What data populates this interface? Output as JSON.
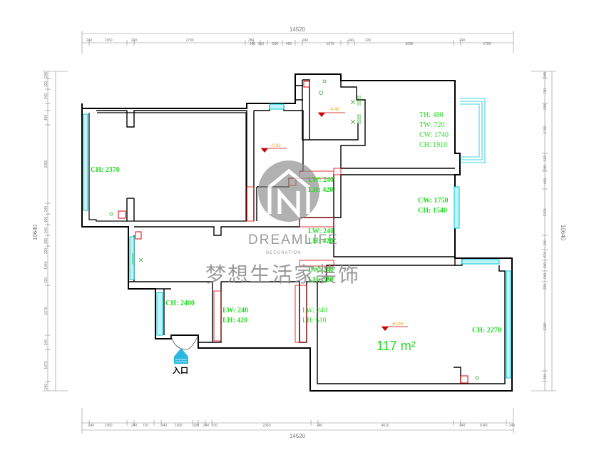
{
  "dimensions": {
    "overall_width": "14520",
    "overall_height": "10640",
    "top_segments": [
      "240",
      "1360",
      "240",
      "2700",
      "280",
      "240",
      "310",
      "530",
      "450",
      "240",
      "1370",
      "240",
      "220",
      "2050",
      "240",
      "1780"
    ],
    "bottom_segments": [
      "240",
      "1360",
      "240",
      "720",
      "240",
      "1100",
      "200",
      "240",
      "220",
      "2360",
      "240",
      "4010",
      "240",
      "1040",
      "240"
    ],
    "left_segments": [
      "240",
      "120",
      "240",
      "460",
      "2350",
      "240",
      "100",
      "240",
      "200",
      "320",
      "1340",
      "220",
      "1670",
      "240",
      "1670",
      "240"
    ],
    "right_segments": [
      "240",
      "700",
      "240",
      "1740",
      "120",
      "240",
      "440",
      "1760",
      "240",
      "570",
      "240",
      "240",
      "220",
      "2240",
      "240"
    ]
  },
  "rooms": {
    "bedroom_left_ceiling": "CH: 2370",
    "master_window": [
      "TH: 480",
      "TW: 720",
      "CW: 1740",
      "CH: 1910"
    ],
    "bedroom_right_window": [
      "CW: 1750",
      "CH: 1540"
    ],
    "door_1": [
      "LW: 240",
      "LH: 420"
    ],
    "door_2": [
      "LW: 240",
      "LH: 420"
    ],
    "door_3": [
      "LW: 240",
      "LH: 320"
    ],
    "entry_hall_ceiling": "CH: 2400",
    "door_4": [
      "LW: 240",
      "LH: 420"
    ],
    "door_5": [
      "LW: 240",
      "LH: 510"
    ],
    "living_ceiling": "CH: 2270",
    "total_area": "117 m²"
  },
  "levels": {
    "kitchen": "-0.32",
    "bath": "-0.40",
    "living": "±0.00"
  },
  "entry_label": "入口",
  "watermark": {
    "brand_en": "DREAMLIFE",
    "brand_sub": "DECORATION",
    "brand_cn": "梦想生活家装饰"
  },
  "colors": {
    "wall": "#000000",
    "label_green": "#22dd22",
    "window_cyan": "#00c8d8",
    "door_red": "#dd0000",
    "dimension_gray": "#777777"
  }
}
